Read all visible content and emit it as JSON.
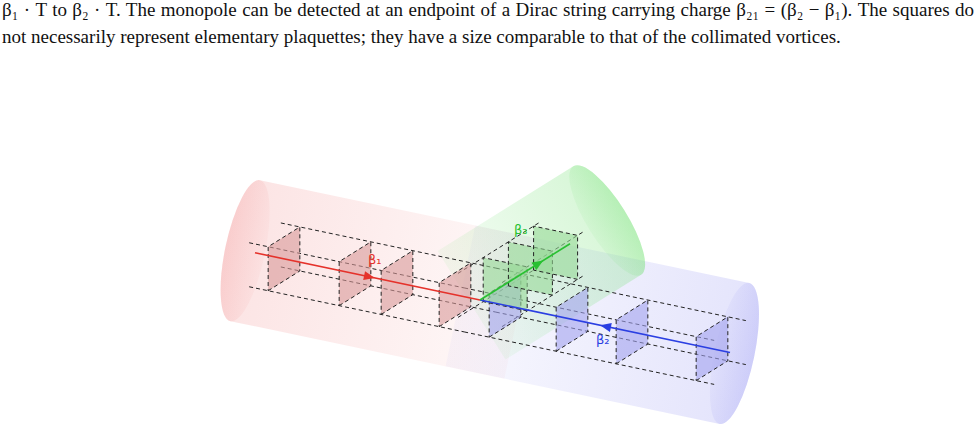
{
  "diagram": {
    "caption": "β₁ · T to β₂ · T. The monopole can be detected at an endpoint of a Dirac string carrying charge β₂₁ = (β₂ − β₁). The squares do not necessarily represent elementary plaquettes; they have a size comparable to that of the collimated vortices.",
    "labels": [
      "β₁",
      "β₃",
      "β₂"
    ]
  }
}
